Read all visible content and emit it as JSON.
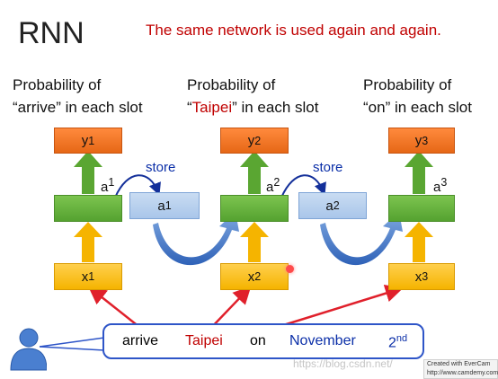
{
  "title": "RNN",
  "subtitle": "The same network is used again and again.",
  "captions": [
    {
      "line1": "Probability of",
      "pre": "“",
      "word": "arrive",
      "post": "” in each slot"
    },
    {
      "line1": "Probability of",
      "pre": "“",
      "word": "Taipei",
      "post": "” in each slot"
    },
    {
      "line1": "Probability of",
      "pre": "“",
      "word": "on",
      "post": "” in each slot"
    }
  ],
  "steps": [
    {
      "y_base": "y",
      "y_sup": "1",
      "a_base": "a",
      "a_sup": "1",
      "x_base": "x",
      "x_sup": "1"
    },
    {
      "y_base": "y",
      "y_sup": "2",
      "a_base": "a",
      "a_sup": "2",
      "x_base": "x",
      "x_sup": "2"
    },
    {
      "y_base": "y",
      "y_sup": "3",
      "a_base": "a",
      "a_sup": "3",
      "x_base": "x",
      "x_sup": "3"
    }
  ],
  "memory": [
    {
      "base": "a",
      "sup": "1",
      "store_label": "store"
    },
    {
      "base": "a",
      "sup": "2",
      "store_label": "store"
    }
  ],
  "sentence": {
    "words": [
      "arrive",
      "Taipei",
      "on",
      "November"
    ],
    "last_base": "2",
    "last_sup": "nd"
  },
  "watermark": {
    "url": "https://blog.csdn.net/",
    "evercam_line1": "Created with EverCam",
    "evercam_line2": "http://www.camdemy.com"
  },
  "colors": {
    "title_red": "#c00000",
    "word_red": "#c00000",
    "word_blue": "#0b2fa8",
    "arrow_red": "#e0202b",
    "arrow_green": "#5aa632",
    "arrow_yellow": "#f5b400",
    "curve_blue": "#2f62b8"
  }
}
